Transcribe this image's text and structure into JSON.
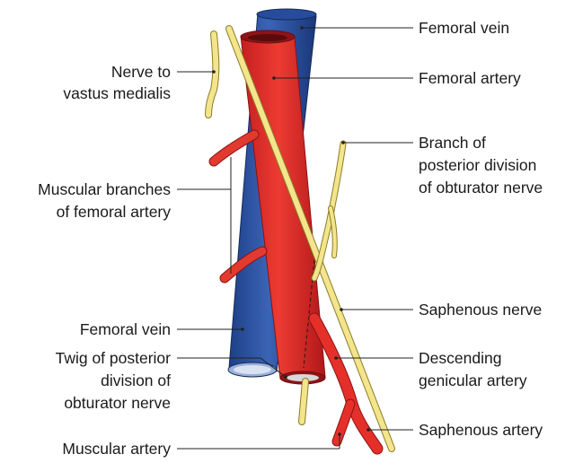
{
  "labels": {
    "femoral_vein_top": "Femoral vein",
    "femoral_artery": "Femoral artery",
    "nerve_to_vastus_medialis": [
      "Nerve to",
      "vastus medialis"
    ],
    "branch_posterior_obturator": [
      "Branch of",
      "posterior division",
      "of obturator nerve"
    ],
    "muscular_branches": [
      "Muscular branches",
      "of femoral artery"
    ],
    "saphenous_nerve": "Saphenous nerve",
    "femoral_vein_bottom": "Femoral vein",
    "twig_posterior_obturator": [
      "Twig of posterior",
      "division of",
      "obturator nerve"
    ],
    "descending_genicular": [
      "Descending",
      "genicular artery"
    ],
    "saphenous_artery": "Saphenous artery",
    "muscular_artery": "Muscular artery"
  },
  "colors": {
    "vein": "#2f57a7",
    "vein_dark": "#1d3d82",
    "artery": "#e5292a",
    "artery_dark": "#a9171a",
    "nerve": "#f3e58c",
    "nerve_outline": "#8c7c28"
  }
}
